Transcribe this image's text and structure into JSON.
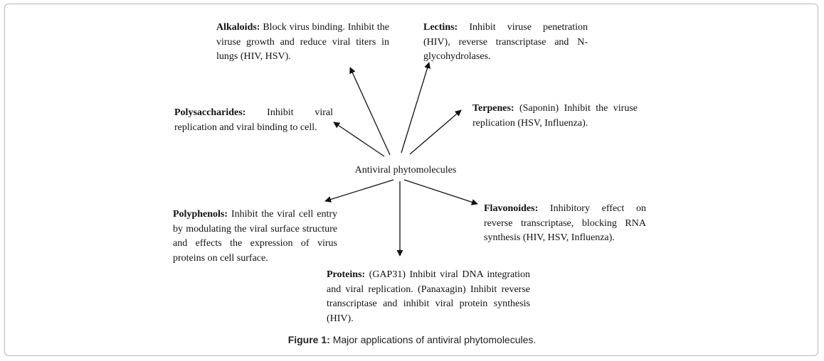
{
  "diagram": {
    "center": "Antiviral phytomolecules",
    "nodes": {
      "alkaloids": {
        "term": "Alkaloids:",
        "text": "Block virus binding. Inhibit the viruse growth and reduce viral titers in lungs (HIV, HSV)."
      },
      "lectins": {
        "term": "Lectins:",
        "text": "Inhibit viruse penetration (HIV), reverse transcriptase and N-glycohydrolases."
      },
      "polysaccharides": {
        "term": "Polysaccharides:",
        "text": "Inhibit viral replication and viral binding to cell."
      },
      "terpenes": {
        "term": "Terpenes:",
        "text": "(Saponin) Inhibit the viruse replication (HSV, Influenza)."
      },
      "polyphenols": {
        "term": "Polyphenols:",
        "text": "Inhibit the viral cell entry by modulating the viral surface structure and effects the expression of virus proteins on cell surface."
      },
      "flavonoides": {
        "term": "Flavonoides:",
        "text": "Inhibitory effect on reverse transcriptase, blocking RNA synthesis (HIV, HSV, Influenza)."
      },
      "proteins": {
        "term": "Proteins:",
        "text": "(GAP31) Inhibit viral DNA integration and viral replication. (Panaxagin) Inhibit reverse transcriptase and inhibit viral protein synthesis (HIV)."
      }
    }
  },
  "caption": {
    "label": "Figure 1:",
    "text": "Major applications of antiviral phytomolecules."
  }
}
